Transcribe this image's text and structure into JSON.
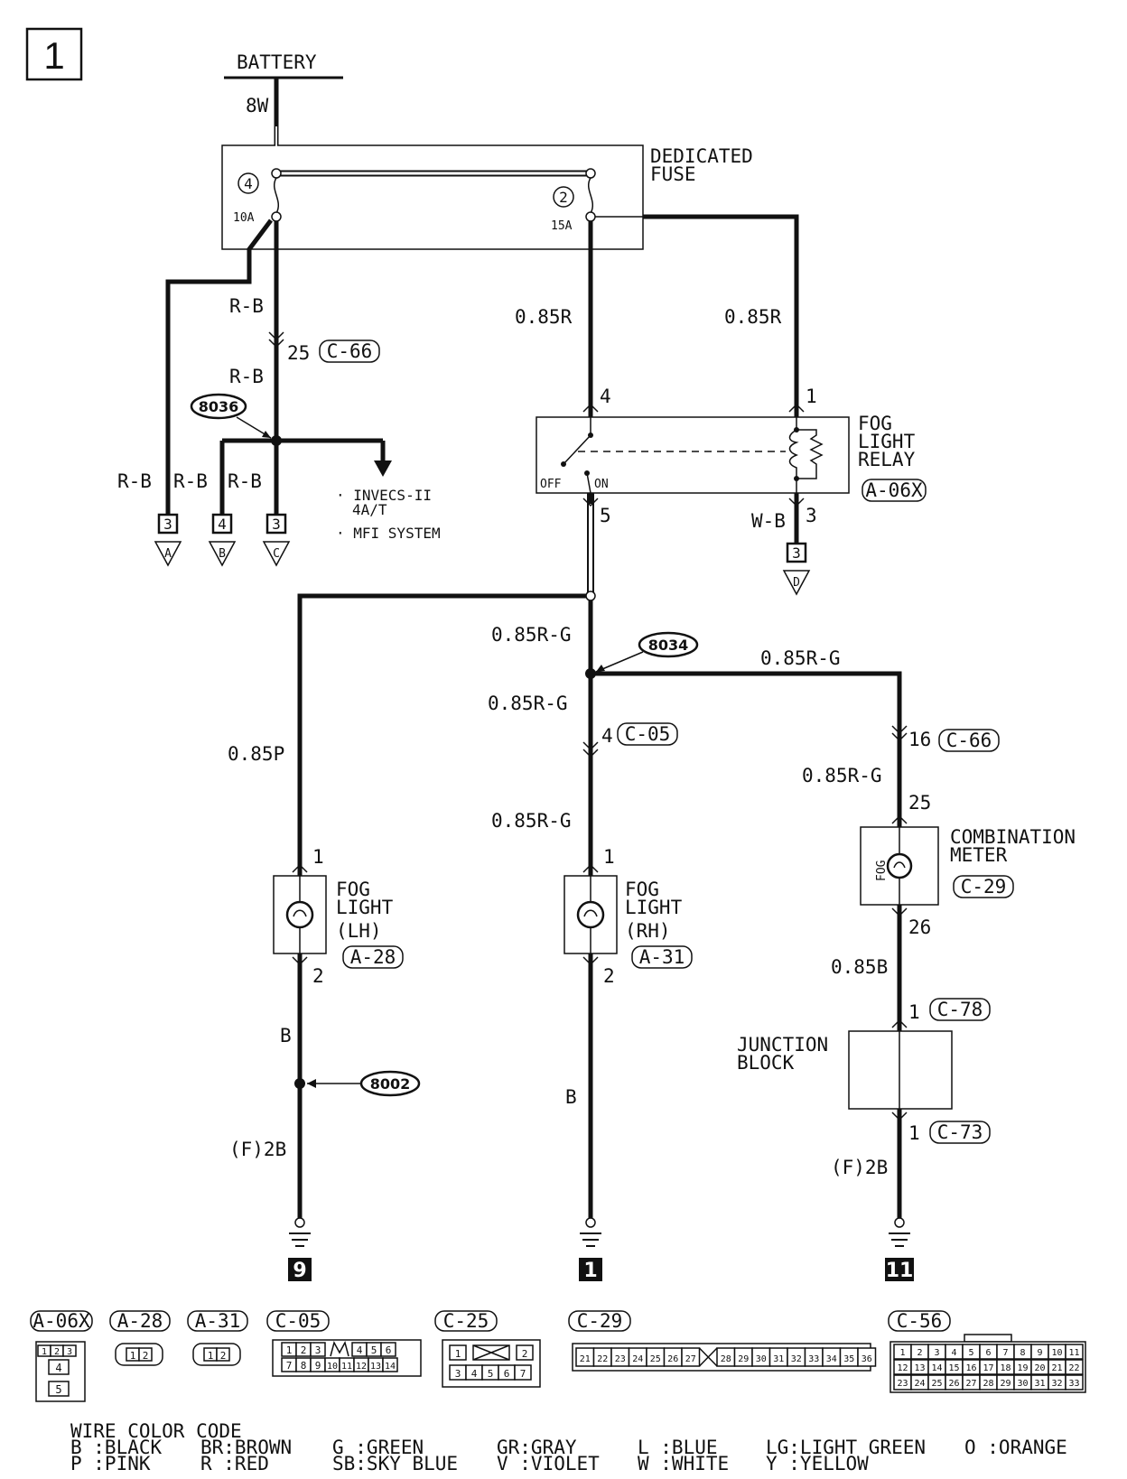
{
  "page_number": "1",
  "battery": {
    "label": "BATTERY",
    "wire": "8W"
  },
  "fuse": {
    "title_line1": "DEDICATED",
    "title_line2": "FUSE",
    "fuse4": {
      "num": "4",
      "rating": "10A"
    },
    "fuse2": {
      "num": "2",
      "rating": "15A"
    }
  },
  "left_branch": {
    "wire_top": "R-B",
    "pin": "25",
    "connector": "C-66",
    "wire_below": "R-B",
    "splice": "8036",
    "wires": [
      "R-B",
      "R-B",
      "R-B"
    ],
    "terminals": [
      {
        "pin": "3",
        "ref": "A"
      },
      {
        "pin": "4",
        "ref": "B"
      },
      {
        "pin": "3",
        "ref": "C"
      }
    ],
    "dest_line1": "· INVECS-II",
    "dest_line2": "4A/T",
    "dest_line3": "· MFI SYSTEM"
  },
  "relay": {
    "title_line1": "FOG",
    "title_line2": "LIGHT",
    "title_line3": "RELAY",
    "connector": "A-06X",
    "wire_left": "0.85R",
    "wire_right": "0.85R",
    "pin4": "4",
    "pin1": "1",
    "pin5": "5",
    "pin3": "3",
    "off_label": "OFF",
    "on_label": "ON",
    "wire_ground": "W-B",
    "ground_terminal": {
      "pin": "3",
      "ref": "D"
    }
  },
  "center": {
    "wire1": "0.85R-G",
    "splice": "8034",
    "wire2": "0.85R-G",
    "pin": "4",
    "connector": "C-05",
    "wire3": "0.85R-G",
    "wire_right": "0.85R-G"
  },
  "fog_lh": {
    "wire_in": "0.85P",
    "pin_in": "1",
    "title_line1": "FOG",
    "title_line2": "LIGHT",
    "title_line3": "(LH)",
    "connector": "A-28",
    "pin_out": "2",
    "wire_out": "B",
    "splice": "8002",
    "wire_ground": "(F)2B",
    "ground": "9"
  },
  "fog_rh": {
    "pin_in": "1",
    "title_line1": "FOG",
    "title_line2": "LIGHT",
    "title_line3": "(RH)",
    "connector": "A-31",
    "pin_out": "2",
    "wire_out": "B",
    "ground": "1"
  },
  "meter": {
    "pin_in": "16",
    "connector_in": "C-66",
    "wire": "0.85R-G",
    "pin25": "25",
    "title_line1": "COMBINATION",
    "title_line2": "METER",
    "connector": "C-29",
    "lamp_label": "FOG",
    "pin26": "26",
    "wire_out": "0.85B"
  },
  "junction": {
    "pin_in": "1",
    "connector_in": "C-78",
    "title_line1": "JUNCTION",
    "title_line2": "BLOCK",
    "pin_out": "1",
    "connector_out": "C-73",
    "wire_ground": "(F)2B",
    "ground": "11"
  },
  "connectors": {
    "a06x": {
      "label": "A-06X",
      "pins_row1": [
        "1",
        "2",
        "3"
      ],
      "pin_mid": "4",
      "pin_bot": "5"
    },
    "a28": {
      "label": "A-28",
      "pins": [
        "1",
        "2"
      ]
    },
    "a31": {
      "label": "A-31",
      "pins": [
        "1",
        "2"
      ]
    },
    "c05": {
      "label": "C-05",
      "row1": [
        "1",
        "2",
        "3",
        "4",
        "5",
        "6"
      ],
      "row2": [
        "7",
        "8",
        "9",
        "10",
        "11",
        "12",
        "13",
        "14"
      ]
    },
    "c25": {
      "label": "C-25",
      "row1": [
        "1",
        "2"
      ],
      "row2": [
        "3",
        "4",
        "5",
        "6",
        "7"
      ]
    },
    "c29": {
      "label": "C-29",
      "pins": [
        "21",
        "22",
        "23",
        "24",
        "25",
        "26",
        "27",
        "28",
        "29",
        "30",
        "31",
        "32",
        "33",
        "34",
        "35",
        "36"
      ]
    },
    "c56": {
      "label": "C-56",
      "row1": [
        "1",
        "2",
        "3",
        "4",
        "5",
        "6",
        "7",
        "8",
        "9",
        "10",
        "11"
      ],
      "row2": [
        "12",
        "13",
        "14",
        "15",
        "16",
        "17",
        "18",
        "19",
        "20",
        "21",
        "22"
      ],
      "row3": [
        "23",
        "24",
        "25",
        "26",
        "27",
        "28",
        "29",
        "30",
        "31",
        "32",
        "33"
      ]
    }
  },
  "color_code": {
    "title": "WIRE COLOR CODE",
    "row1": [
      "B :BLACK",
      "BR:BROWN",
      "G :GREEN",
      "GR:GRAY",
      "L :BLUE",
      "LG:LIGHT GREEN",
      "O :ORANGE"
    ],
    "row2": [
      "P :PINK",
      "R :RED",
      "SB:SKY BLUE",
      "V :VIOLET",
      "W :WHITE",
      "Y :YELLOW"
    ]
  }
}
